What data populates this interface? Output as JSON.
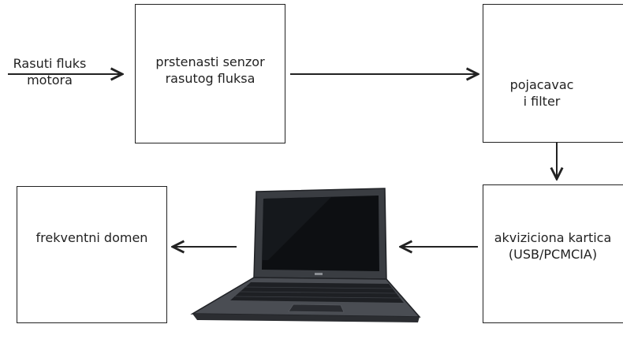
{
  "input": {
    "line1": "Rasuti fluks",
    "line2": "motora"
  },
  "blocks": {
    "sensor": {
      "line1": "prstenasti senzor",
      "line2": "rasutog fluksa"
    },
    "amplifier": {
      "line1": "pojacavac",
      "line2": "i filter"
    },
    "daq": {
      "line1": "akviziciona kartica",
      "line2": "(USB/PCMCIA)"
    },
    "frequency": {
      "line1": "frekventni domen"
    }
  },
  "colors": {
    "stroke": "#222222",
    "laptop_body": "#3a3d42",
    "laptop_screen": "#0d0f12",
    "laptop_keys": "#1e2024"
  },
  "icons": {
    "laptop": "laptop-computer-icon"
  }
}
